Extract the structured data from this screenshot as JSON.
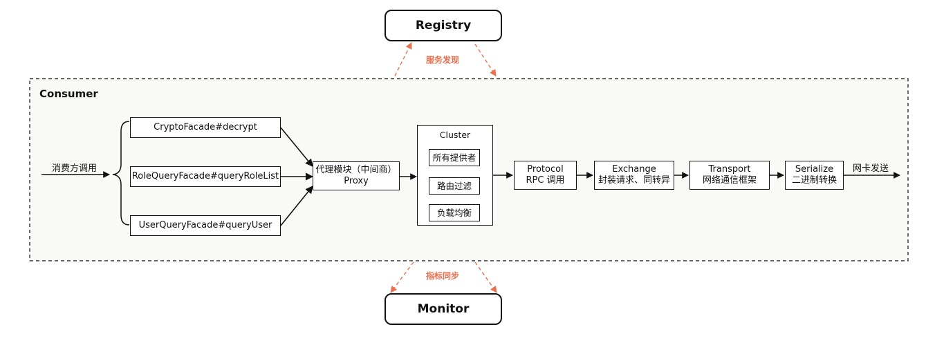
{
  "registry": {
    "label": "Registry"
  },
  "monitor": {
    "label": "Monitor"
  },
  "service_discovery": {
    "label": "服务发现"
  },
  "metric_sync": {
    "label": "指标同步"
  },
  "consumer": {
    "title": "Consumer"
  },
  "caller": {
    "label": "消费方调用"
  },
  "facades": [
    {
      "label": "CryptoFacade#decrypt"
    },
    {
      "label": "RoleQueryFacade#queryRoleList"
    },
    {
      "label": "UserQueryFacade#queryUser"
    }
  ],
  "proxy": {
    "line1": "代理模块（中间商）",
    "line2": "Proxy"
  },
  "cluster": {
    "title": "Cluster",
    "steps": [
      {
        "label": "所有提供者"
      },
      {
        "label": "路由过滤"
      },
      {
        "label": "负载均衡"
      }
    ]
  },
  "protocol": {
    "line1": "Protocol",
    "line2": "RPC 调用"
  },
  "exchange": {
    "line1": "Exchange",
    "line2": "封装请求、同转异"
  },
  "transport": {
    "line1": "Transport",
    "line2": "网络通信框架"
  },
  "serialize": {
    "line1": "Serialize",
    "line2": "二进制转换"
  },
  "nic_send": {
    "label": "网卡发送"
  },
  "colors": {
    "accent_orange": "#e8704f",
    "consumer_bg": "#f9f9f6",
    "stroke": "#111111"
  }
}
